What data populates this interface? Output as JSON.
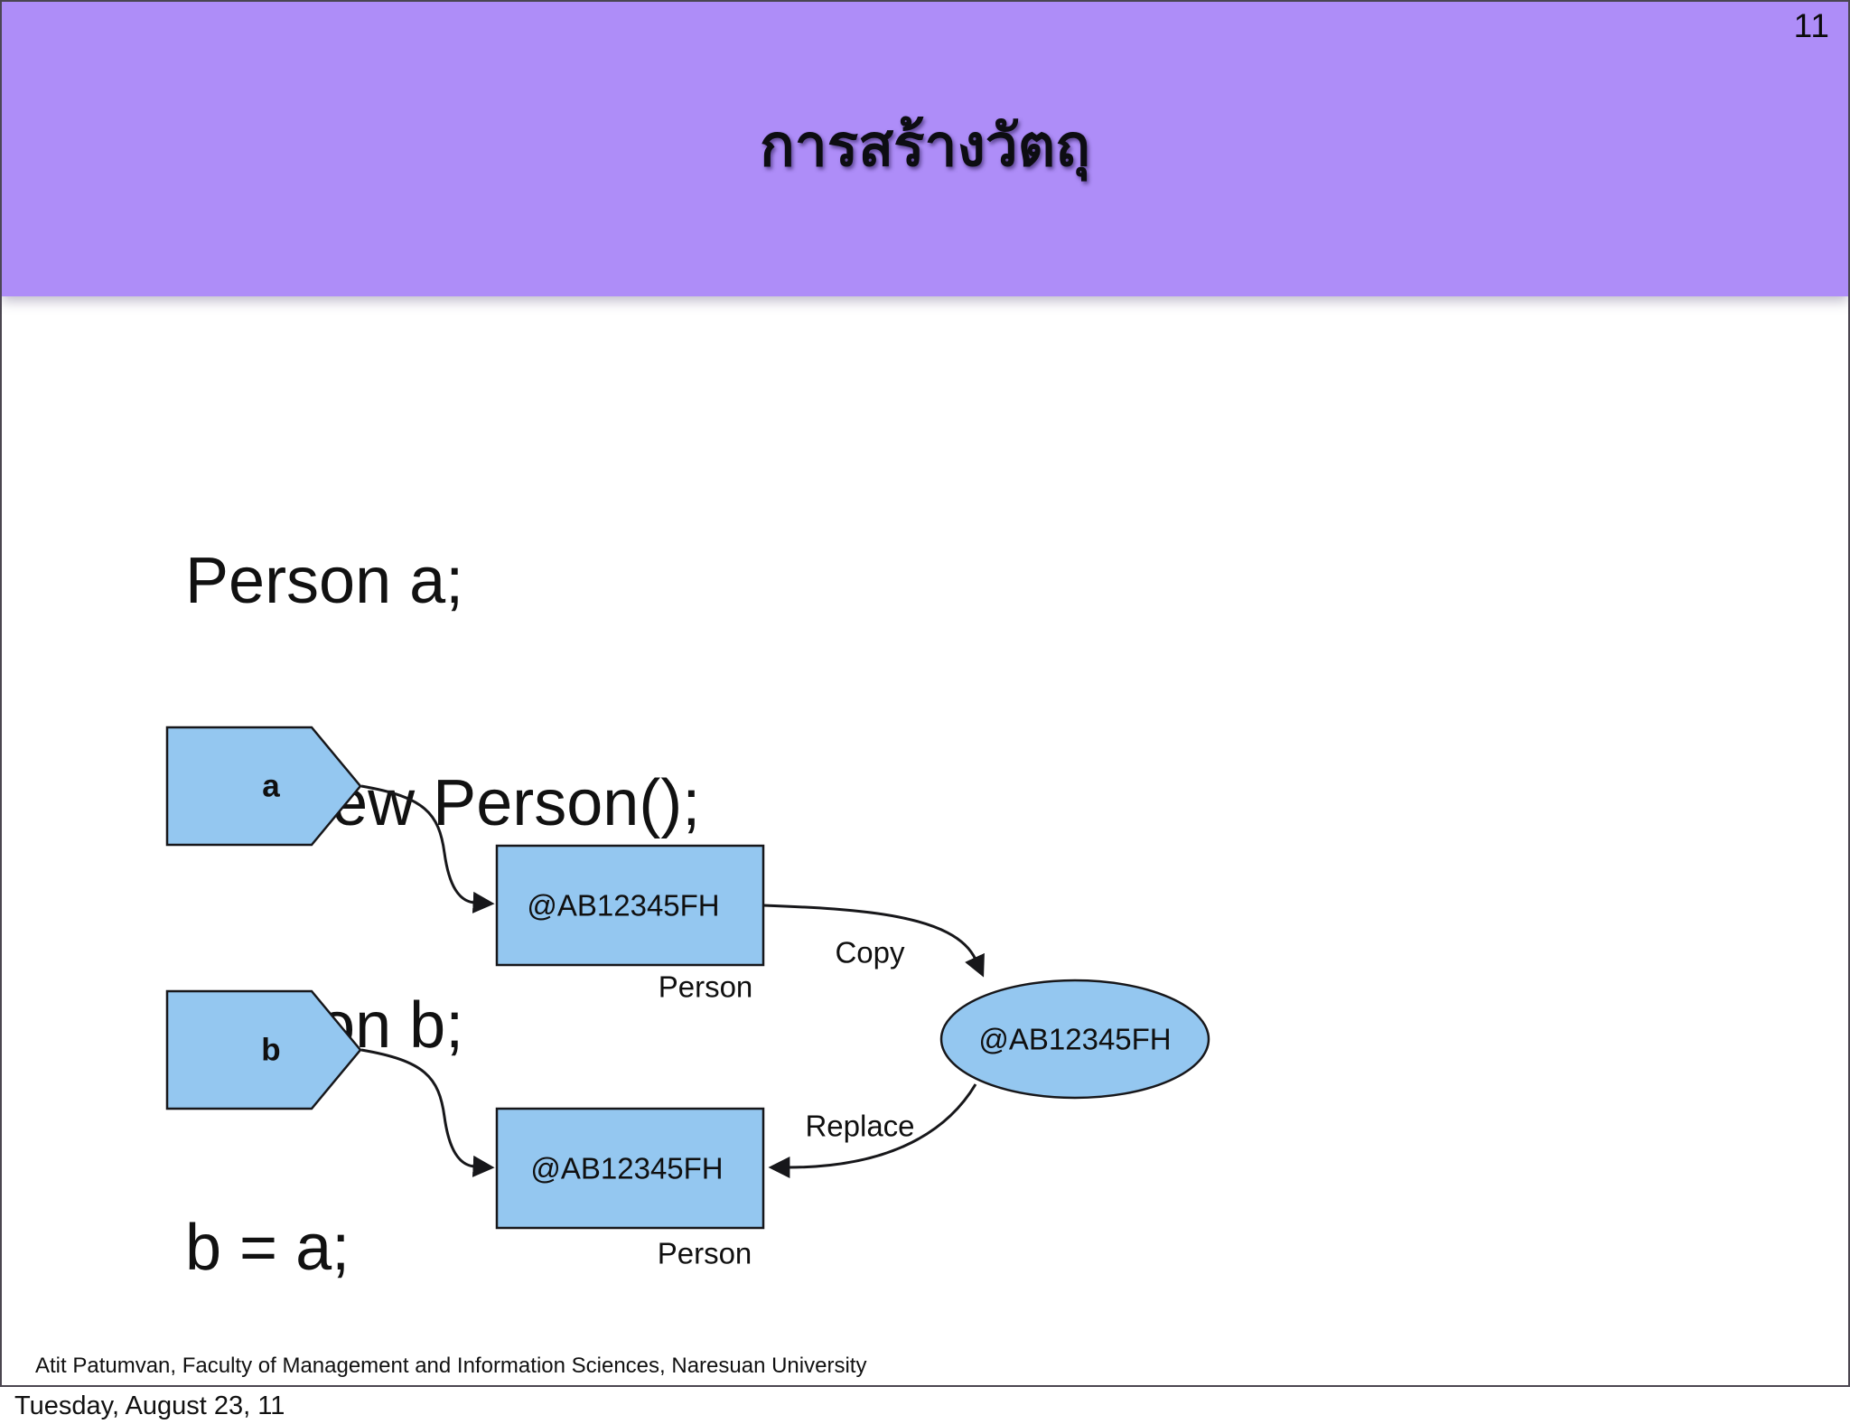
{
  "slide": {
    "page_number": "11",
    "title": "การสร้างวัตถุ",
    "code_lines": {
      "line1": "Person a;",
      "line2": "a = new Person();",
      "line3": "Person b;",
      "line4": "b = a;"
    },
    "footer_credit": "Atit Patumvan, Faculty of Management and Information Sciences, Naresuan University"
  },
  "outside": {
    "date_line": "Tuesday, August 23, 11"
  },
  "diagram": {
    "pointer_a_label": "a",
    "pointer_b_label": "b",
    "box1_value": "@AB12345FH",
    "box1_type": "Person",
    "box2_value": "@AB12345FH",
    "box2_type": "Person",
    "ellipse_value": "@AB12345FH",
    "copy_label": "Copy",
    "replace_label": "Replace"
  },
  "colors": {
    "header_purple": "#AE8DF8",
    "shape_fill_blue": "#94C7F0",
    "shape_stroke": "#17171A",
    "slide_border": "#4B4650"
  }
}
